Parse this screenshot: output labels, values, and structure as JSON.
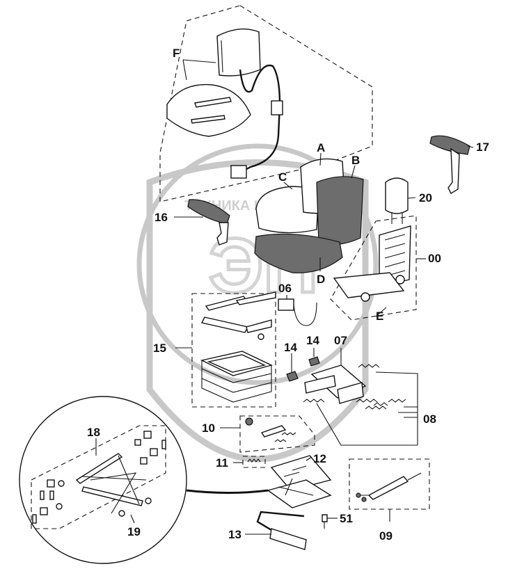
{
  "watermark": {
    "text": "ТЕХНИКА И ЗАПЧАСТИ",
    "logo_letters": "ЭП"
  },
  "callouts": {
    "F": "F",
    "A": "A",
    "B": "B",
    "C": "C",
    "D": "D",
    "E": "E",
    "p17": "17",
    "p20": "20",
    "p16": "16",
    "p00": "00",
    "p06": "06",
    "p15": "15",
    "p14a": "14",
    "p14b": "14",
    "p07": "07",
    "p08": "08",
    "p10": "10",
    "p18": "18",
    "p11": "11",
    "p12": "12",
    "p19": "19",
    "p51": "51",
    "p13": "13",
    "p09": "09"
  }
}
